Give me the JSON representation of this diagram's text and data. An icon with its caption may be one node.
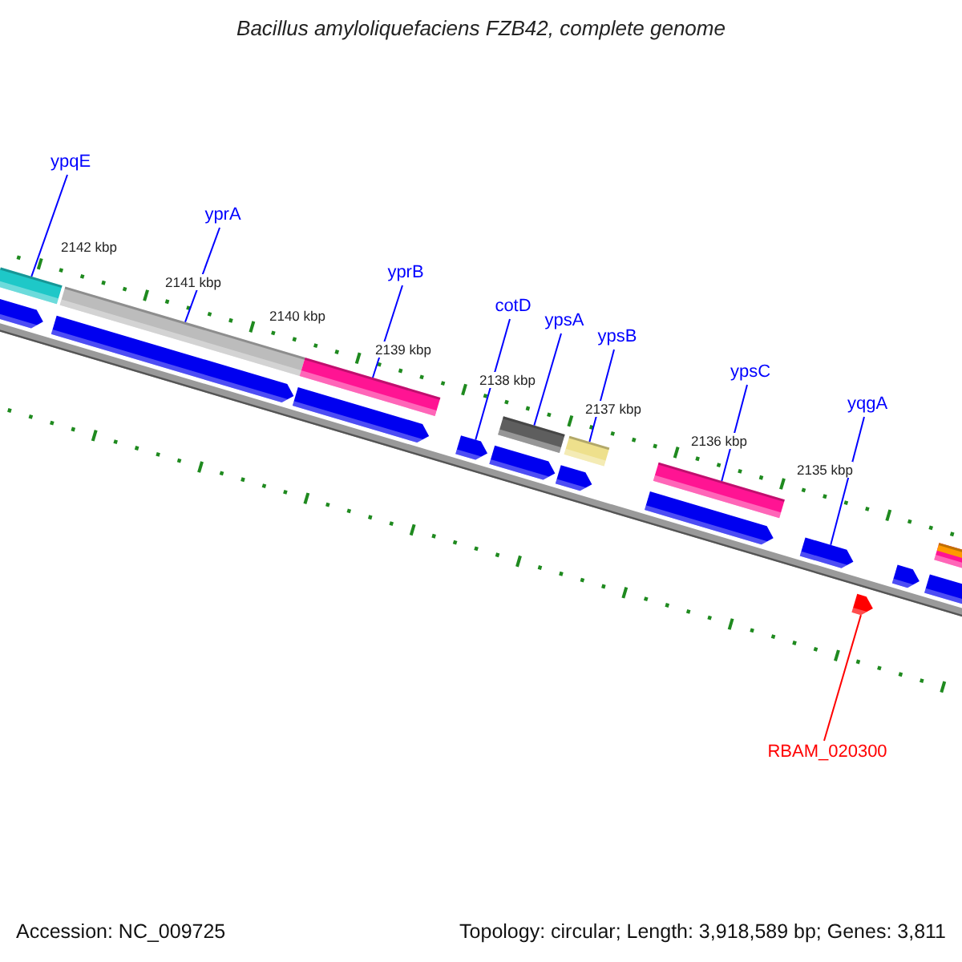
{
  "diagram": {
    "title": "Bacillus amyloliquefaciens FZB42, complete genome",
    "nodes": [
      {
        "text": [
          "ypqE"
        ]
      },
      {
        "text": [
          "yprA"
        ]
      },
      {
        "text": [
          "yprB"
        ]
      },
      {
        "text": [
          "cotD"
        ]
      },
      {
        "text": [
          "ypsA"
        ]
      },
      {
        "text": [
          "ypsB"
        ]
      },
      {
        "text": [
          "ypsC"
        ]
      },
      {
        "text": [
          "yqgA"
        ]
      },
      {
        "text": [
          "RBAM_020300"
        ]
      },
      {
        "text": [],
        "shape": "bar"
      },
      {
        "text": [],
        "shape": "bar"
      },
      {
        "text": [],
        "shape": "bar"
      },
      {
        "text": [],
        "shape": "arrow"
      },
      {
        "text": [],
        "shape": "bar"
      },
      {
        "text": [],
        "shape": "bar"
      },
      {
        "text": [],
        "shape": "bar"
      },
      {
        "text": [],
        "shape": "arrow"
      },
      {
        "text": [],
        "shape": "arrow"
      },
      {
        "text": [],
        "shape": "arrow"
      },
      {
        "text": [],
        "shape": "arrow"
      },
      {
        "text": [],
        "shape": "arrow"
      },
      {
        "text": [],
        "shape": "arrow"
      },
      {
        "text": [],
        "shape": "arrow"
      },
      {
        "text": [],
        "shape": "arrow"
      },
      {
        "text": [],
        "shape": "arrow"
      },
      {
        "text": [],
        "shape": "arrow"
      },
      {
        "text": [],
        "shape": "bar"
      }
    ],
    "edges": [
      {
        "from": 0,
        "to": 9,
        "arrow": "none"
      },
      {
        "from": 1,
        "to": 10,
        "arrow": "none"
      },
      {
        "from": 2,
        "to": 11,
        "arrow": "none"
      },
      {
        "from": 3,
        "to": 12,
        "arrow": "none"
      },
      {
        "from": 4,
        "to": 13,
        "arrow": "none"
      },
      {
        "from": 5,
        "to": 14,
        "arrow": "none"
      },
      {
        "from": 6,
        "to": 15,
        "arrow": "none"
      },
      {
        "from": 7,
        "to": 16,
        "arrow": "none"
      },
      {
        "from": 8,
        "to": 17,
        "arrow": "none",
        "color": "#ff0000"
      }
    ],
    "labels": [
      "2142 kbp",
      "2141 kbp",
      "2140 kbp",
      "2139 kbp",
      "2138 kbp",
      "2137 kbp",
      "2136 kbp",
      "2135 kbp",
      "Accession: NC_009725",
      "Topology: circular; Length: 3,918,589 bp; Genes: 3,811"
    ]
  }
}
